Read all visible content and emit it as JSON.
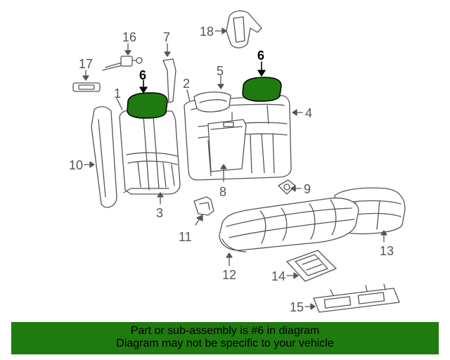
{
  "colors": {
    "highlight": "#1f7a10",
    "banner": "#1f7a10",
    "line": "#555555",
    "fill": "#ffffff"
  },
  "callouts": {
    "c1": "1",
    "c2": "2",
    "c3": "3",
    "c4": "4",
    "c5": "5",
    "c6a": "6",
    "c6b": "6",
    "c7": "7",
    "c8": "8",
    "c9": "9",
    "c10": "10",
    "c11": "11",
    "c12": "12",
    "c13": "13",
    "c14": "14",
    "c15": "15",
    "c16": "16",
    "c17": "17",
    "c18": "18"
  },
  "banner": {
    "line1": "Part or sub-assembly is #6 in diagram",
    "line2": "Diagram may not be specific to your vehicle"
  }
}
